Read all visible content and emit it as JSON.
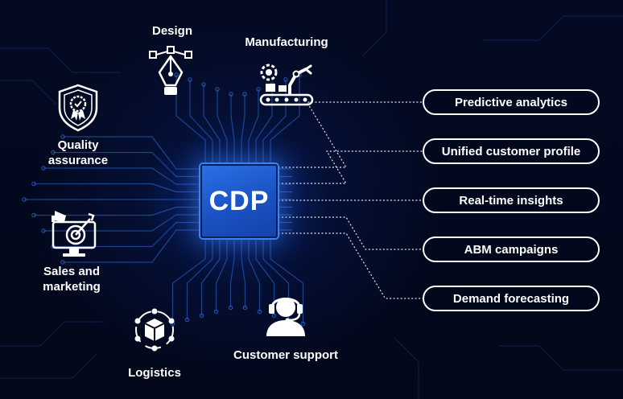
{
  "center": {
    "label": "CDP"
  },
  "functions": [
    {
      "id": "design",
      "label": "Design",
      "icon": "pen-tool-icon"
    },
    {
      "id": "manufacturing",
      "label": "Manufacturing",
      "icon": "robot-arm-conveyor-icon"
    },
    {
      "id": "quality",
      "label_line1": "Quality",
      "label_line2": "assurance",
      "icon": "quality-badge-icon"
    },
    {
      "id": "sales",
      "label_line1": "Sales and",
      "label_line2": "marketing",
      "icon": "target-monitor-icon"
    },
    {
      "id": "logistics",
      "label": "Logistics",
      "icon": "package-network-icon"
    },
    {
      "id": "support",
      "label": "Customer support",
      "icon": "headset-agent-icon"
    }
  ],
  "capabilities": [
    {
      "label": "Predictive analytics"
    },
    {
      "label": "Unified customer profile"
    },
    {
      "label": "Real-time insights"
    },
    {
      "label": "ABM campaigns"
    },
    {
      "label": "Demand forecasting"
    }
  ],
  "colors": {
    "background": "#020719",
    "chip": "#1f5fd6",
    "circuit": "#2f6fd8",
    "text": "#ffffff"
  }
}
